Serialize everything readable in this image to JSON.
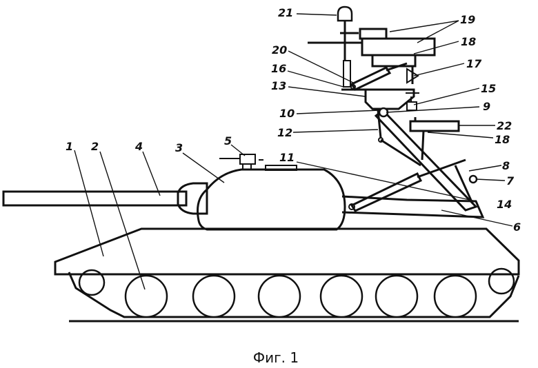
{
  "caption": "Фиг. 1",
  "labels": {
    "l1": "1",
    "l2": "2",
    "l3": "3",
    "l4": "4",
    "l5": "5",
    "l6": "6",
    "l7": "7",
    "l8": "8",
    "l9": "9",
    "l10": "10",
    "l11": "11",
    "l12": "12",
    "l13": "13",
    "l14": "14",
    "l15": "15",
    "l16": "16",
    "l17": "17",
    "l18a": "18",
    "l18b": "18",
    "l19": "19",
    "l20": "20",
    "l21": "21",
    "l22": "22"
  }
}
